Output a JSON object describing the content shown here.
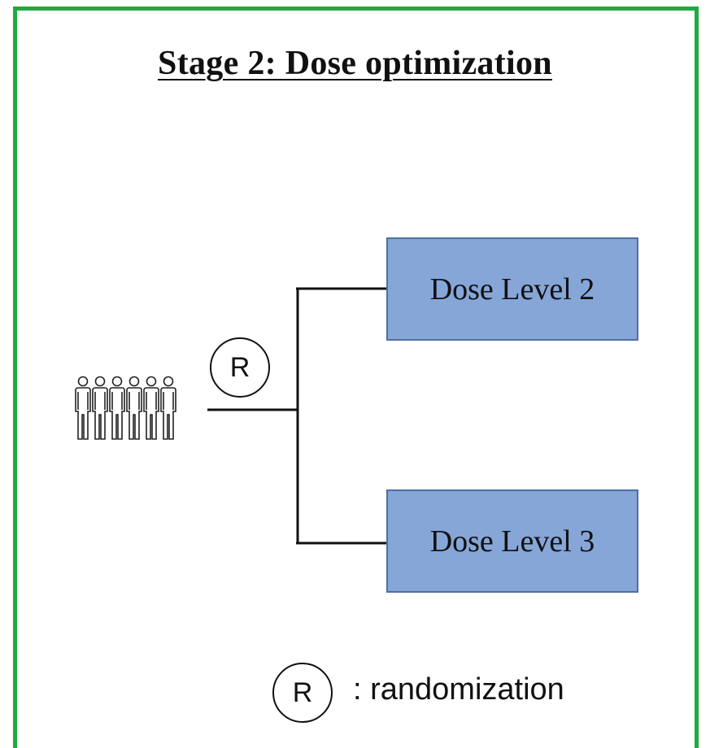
{
  "title": "Stage 2: Dose optimization",
  "arms": [
    {
      "label": "Dose Level 2"
    },
    {
      "label": "Dose Level 3"
    }
  ],
  "randomization_symbol": "R",
  "legend": {
    "symbol": "R",
    "text": ": randomization"
  },
  "participants": {
    "icon": "person-icon",
    "count": 6
  },
  "colors": {
    "border": "#1faa3f",
    "arm_fill": "#86a6d8",
    "arm_border": "#4d6fa4",
    "line": "#111111"
  }
}
